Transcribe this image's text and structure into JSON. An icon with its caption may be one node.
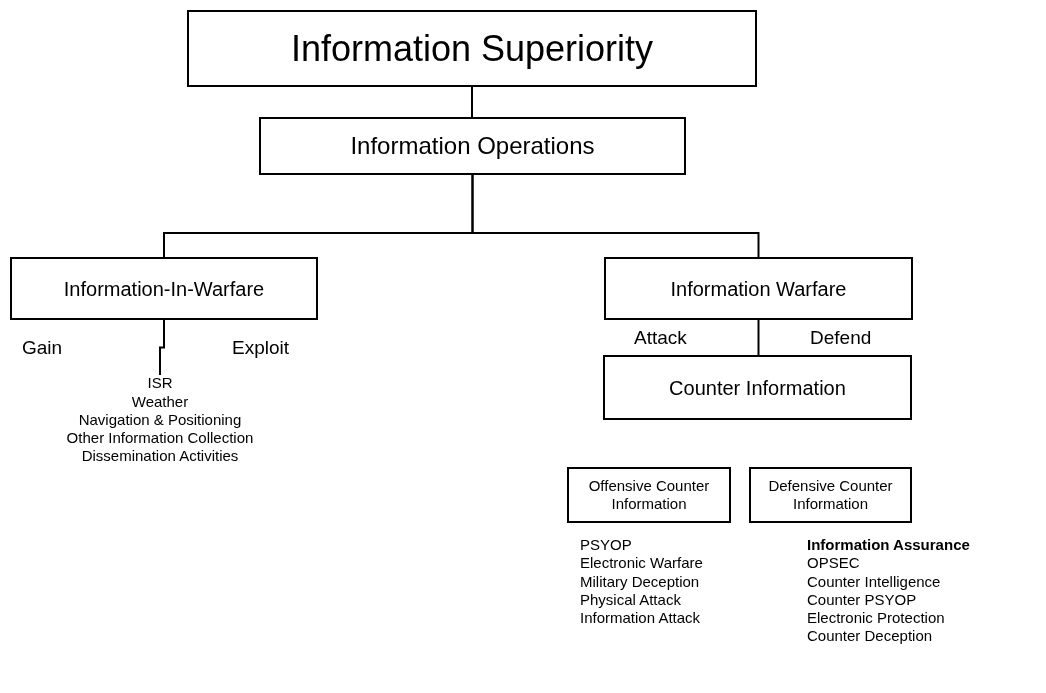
{
  "diagram": {
    "nodes": [
      {
        "text": [
          "Information Superiority"
        ]
      },
      {
        "text": [
          "Information Operations"
        ]
      },
      {
        "text": [
          "Information-In-Warfare"
        ]
      },
      {
        "text": [
          "Information Warfare"
        ]
      },
      {
        "text": [
          "ISR",
          "Weather",
          "Navigation & Positioning",
          "Other Information Collection",
          "Dissemination Activities"
        ]
      },
      {
        "text": [
          "Counter Information"
        ]
      },
      {
        "text": [
          "Offensive Counter Information"
        ],
        "beside": [
          "PSYOP",
          "Electronic Warfare",
          "Military Deception",
          "Physical Attack",
          "Information Attack"
        ]
      },
      {
        "text": [
          "Defensive Counter Information"
        ],
        "beside": [
          "**Information Assurance**",
          "OPSEC",
          "Counter Intelligence",
          "Counter PSYOP",
          "Electronic Protection",
          "Counter Deception"
        ]
      }
    ],
    "edges": [
      {
        "from": 0,
        "to": 1,
        "arrow": "none"
      },
      {
        "from": 1,
        "to": 2,
        "arrow": "none"
      },
      {
        "from": 1,
        "to": 3,
        "arrow": "none"
      },
      {
        "from": 2,
        "to": 4,
        "arrow": "none"
      },
      {
        "from": 3,
        "to": 5,
        "arrow": "none"
      }
    ],
    "labels": [
      "Gain",
      "Exploit",
      "Attack",
      "Defend"
    ]
  }
}
